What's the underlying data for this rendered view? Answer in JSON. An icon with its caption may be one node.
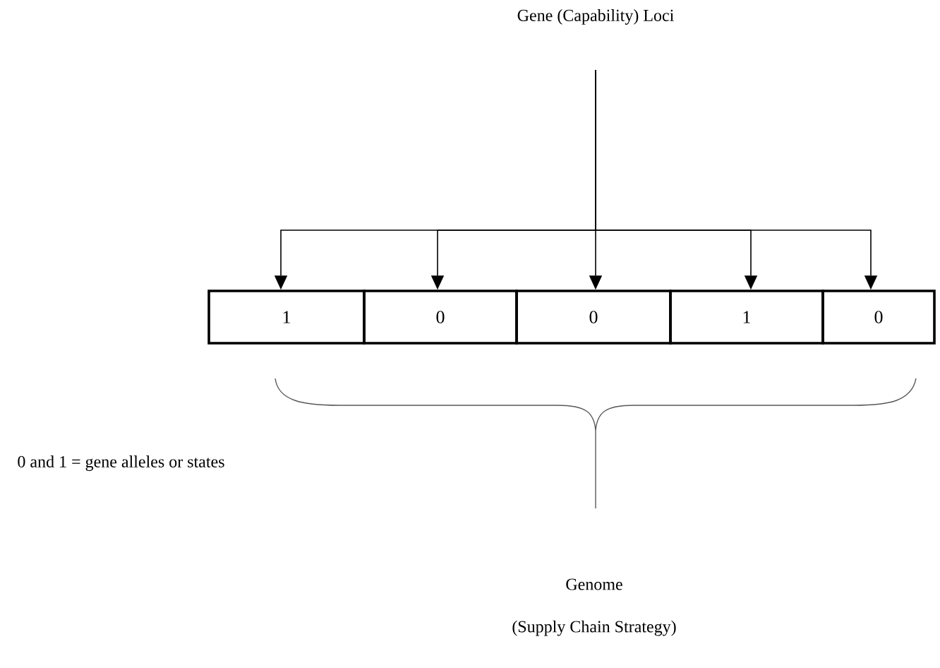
{
  "diagram": {
    "nodes": [
      {
        "text": [
          "Gene (Capability) Loci"
        ]
      },
      {
        "text": [
          "1"
        ]
      },
      {
        "text": [
          "0"
        ]
      },
      {
        "text": [
          "0"
        ]
      },
      {
        "text": [
          "1"
        ]
      },
      {
        "text": [
          "0"
        ]
      },
      {
        "text": [
          "Genome",
          "(Supply Chain Strategy)"
        ]
      }
    ],
    "edges": [
      {
        "from": 0,
        "to": 1,
        "arrow": "to"
      },
      {
        "from": 0,
        "to": 2,
        "arrow": "to"
      },
      {
        "from": 0,
        "to": 3,
        "arrow": "to"
      },
      {
        "from": 0,
        "to": 4,
        "arrow": "to"
      },
      {
        "from": 0,
        "to": 5,
        "arrow": "to"
      }
    ],
    "labels": [
      "0 and 1 = gene alleles or states"
    ]
  }
}
